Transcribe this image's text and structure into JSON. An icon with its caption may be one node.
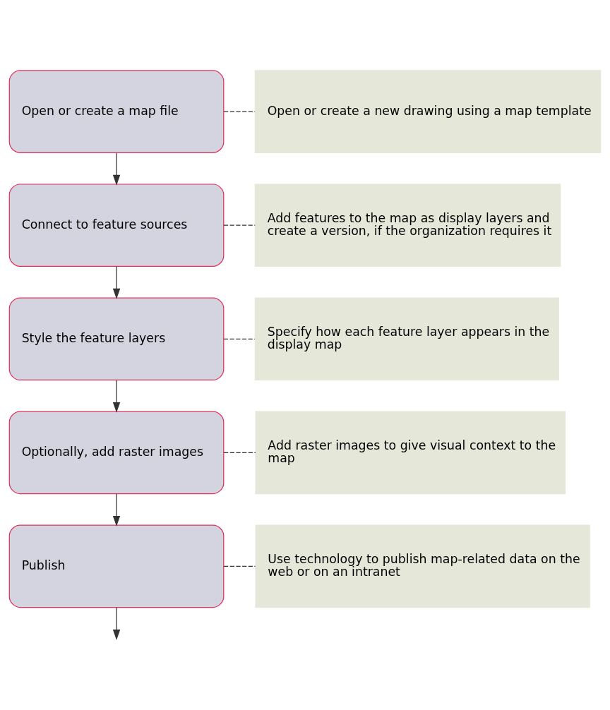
{
  "diagram": {
    "nodes": [
      {
        "text": [
          "Open or create a map file"
        ]
      },
      {
        "text": [
          "Open or create a new drawing using a map template"
        ]
      },
      {
        "text": [
          "Connect to feature sources"
        ]
      },
      {
        "text": [
          "Add features to the map as display layers and create a version, if the organization requires it"
        ]
      },
      {
        "text": [
          "Style the feature layers"
        ]
      },
      {
        "text": [
          "Specify how each feature layer appears in the display map"
        ]
      },
      {
        "text": [
          "Optionally, add raster images"
        ]
      },
      {
        "text": [
          "Add raster images to give visual context to the map"
        ]
      },
      {
        "text": [
          "Publish"
        ]
      },
      {
        "text": [
          "Use technology to publish map-related data on the web or on an intranet"
        ]
      }
    ],
    "edges": [
      {
        "from": 0,
        "to": 1,
        "arrow": "none",
        "style": "dashed"
      },
      {
        "from": 0,
        "to": 2,
        "arrow": "to"
      },
      {
        "from": 2,
        "to": 3,
        "arrow": "none",
        "style": "dashed"
      },
      {
        "from": 2,
        "to": 4,
        "arrow": "to"
      },
      {
        "from": 4,
        "to": 5,
        "arrow": "none",
        "style": "dashed"
      },
      {
        "from": 4,
        "to": 6,
        "arrow": "to"
      },
      {
        "from": 6,
        "to": 7,
        "arrow": "none",
        "style": "dashed"
      },
      {
        "from": 6,
        "to": 8,
        "arrow": "to"
      },
      {
        "from": 8,
        "to": 9,
        "arrow": "none",
        "style": "dashed"
      },
      {
        "from": 8,
        "to": null,
        "arrow": "to"
      }
    ]
  }
}
